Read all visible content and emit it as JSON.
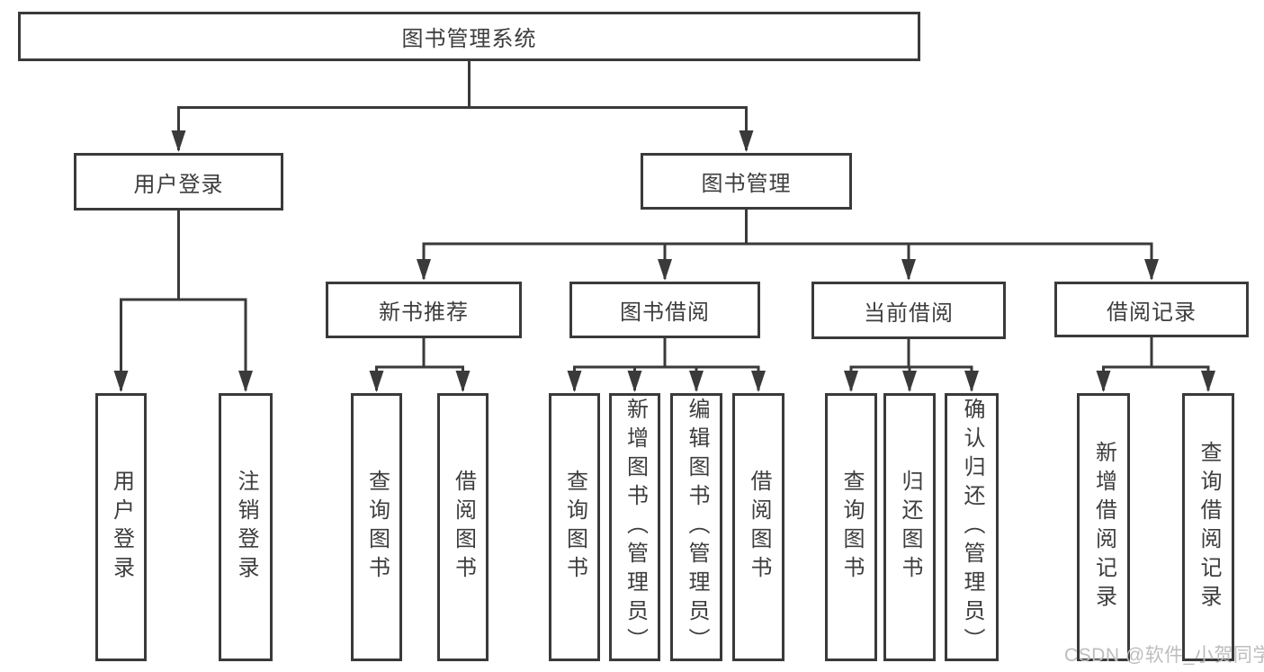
{
  "colors": {
    "line": "#3a3a3a",
    "box_border": "#3a3a3a",
    "box_background": "#ffffff",
    "text": "#3d3d3d",
    "watermark": "#bdbdbd"
  },
  "tree": {
    "label": "图书管理系统",
    "children": [
      {
        "label": "用户登录",
        "children": [
          {
            "label": "用户登录"
          },
          {
            "label": "注销登录"
          }
        ]
      },
      {
        "label": "图书管理",
        "children": [
          {
            "label": "新书推荐",
            "children": [
              {
                "label": "查询图书"
              },
              {
                "label": "借阅图书"
              }
            ]
          },
          {
            "label": "图书借阅",
            "children": [
              {
                "label": "查询图书"
              },
              {
                "label": "新增图书（管理员）"
              },
              {
                "label": "编辑图书（管理员）"
              },
              {
                "label": "借阅图书"
              }
            ]
          },
          {
            "label": "当前借阅",
            "children": [
              {
                "label": "查询图书"
              },
              {
                "label": "归还图书"
              },
              {
                "label": "确认归还（管理员）"
              }
            ]
          },
          {
            "label": "借阅记录",
            "children": [
              {
                "label": "新增借阅记录"
              },
              {
                "label": "查询借阅记录"
              }
            ]
          }
        ]
      }
    ]
  },
  "watermark": {
    "text": "CSDN @软件_小贺同学"
  }
}
